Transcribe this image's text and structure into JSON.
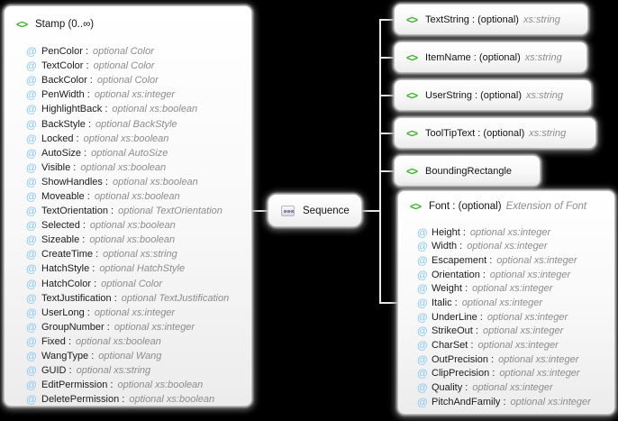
{
  "colors": {
    "canvas_background": "#000000",
    "box_background": "#f8f8f8",
    "box_border": "#bdbdbd",
    "connector": "#e8e8e8",
    "element_icon_green": "#3cb02a",
    "attribute_icon_blue": "#92cbf1",
    "name_text": "#1c1c1c",
    "type_text": "#8c8c8c"
  },
  "icons": {
    "element": "<>",
    "attribute": "@"
  },
  "stamp": {
    "title": "Stamp (0..∞)",
    "attributes": [
      {
        "name": "PenColor :",
        "type": "optional Color"
      },
      {
        "name": "TextColor :",
        "type": "optional Color"
      },
      {
        "name": "BackColor :",
        "type": "optional Color"
      },
      {
        "name": "PenWidth :",
        "type": "optional xs:integer"
      },
      {
        "name": "HighlightBack :",
        "type": "optional xs:boolean"
      },
      {
        "name": "BackStyle :",
        "type": "optional BackStyle"
      },
      {
        "name": "Locked :",
        "type": "optional xs:boolean"
      },
      {
        "name": "AutoSize :",
        "type": "optional AutoSize"
      },
      {
        "name": "Visible :",
        "type": "optional xs:boolean"
      },
      {
        "name": "ShowHandles :",
        "type": "optional xs:boolean"
      },
      {
        "name": "Moveable :",
        "type": "optional xs:boolean"
      },
      {
        "name": "TextOrientation :",
        "type": "optional TextOrientation"
      },
      {
        "name": "Selected :",
        "type": "optional xs:boolean"
      },
      {
        "name": "Sizeable :",
        "type": "optional xs:boolean"
      },
      {
        "name": "CreateTime :",
        "type": "optional xs:string"
      },
      {
        "name": "HatchStyle :",
        "type": "optional HatchStyle"
      },
      {
        "name": "HatchColor :",
        "type": "optional Color"
      },
      {
        "name": "TextJustification :",
        "type": "optional TextJustification"
      },
      {
        "name": "UserLong :",
        "type": "optional xs:integer"
      },
      {
        "name": "GroupNumber :",
        "type": "optional xs:integer"
      },
      {
        "name": "Fixed :",
        "type": "optional xs:boolean"
      },
      {
        "name": "WangType :",
        "type": "optional Wang"
      },
      {
        "name": "GUID :",
        "type": "optional xs:string"
      },
      {
        "name": "EditPermission :",
        "type": "optional xs:boolean"
      },
      {
        "name": "DeletePermission :",
        "type": "optional xs:boolean"
      }
    ]
  },
  "sequence": {
    "label": "Sequence"
  },
  "elements": [
    {
      "name": "TextString : (optional)",
      "type": "xs:string"
    },
    {
      "name": "ItemName : (optional)",
      "type": "xs:string"
    },
    {
      "name": "UserString : (optional)",
      "type": "xs:string"
    },
    {
      "name": "ToolTipText : (optional)",
      "type": "xs:string"
    },
    {
      "name": "BoundingRectangle",
      "type": ""
    },
    {
      "name": "Font : (optional)",
      "type": "Extension of Font"
    }
  ],
  "font": {
    "attributes": [
      {
        "name": "Height :",
        "type": "optional xs:integer"
      },
      {
        "name": "Width :",
        "type": "optional xs:integer"
      },
      {
        "name": "Escapement :",
        "type": "optional xs:integer"
      },
      {
        "name": "Orientation :",
        "type": "optional xs:integer"
      },
      {
        "name": "Weight :",
        "type": "optional xs:integer"
      },
      {
        "name": "Italic :",
        "type": "optional xs:integer"
      },
      {
        "name": "UnderLine :",
        "type": "optional xs:integer"
      },
      {
        "name": "StrikeOut :",
        "type": "optional xs:integer"
      },
      {
        "name": "CharSet :",
        "type": "optional xs:integer"
      },
      {
        "name": "OutPrecision :",
        "type": "optional xs:integer"
      },
      {
        "name": "ClipPrecision :",
        "type": "optional xs:integer"
      },
      {
        "name": "Quality :",
        "type": "optional xs:integer"
      },
      {
        "name": "PitchAndFamily :",
        "type": "optional xs:integer"
      }
    ]
  }
}
